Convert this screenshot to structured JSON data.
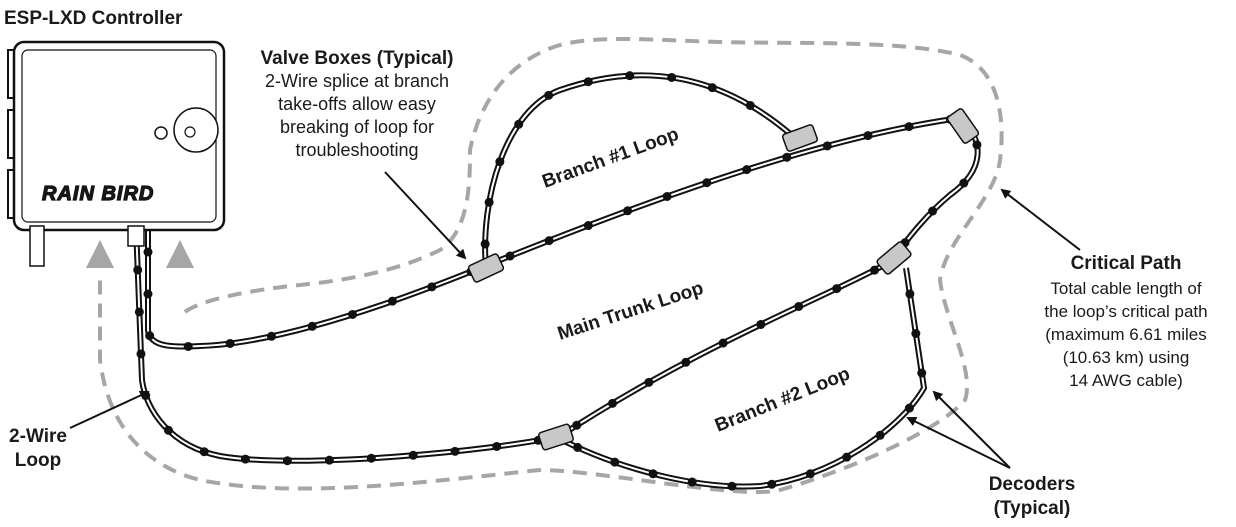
{
  "controller": {
    "title": "ESP-LXD Controller",
    "brand": "RAIN BIRD"
  },
  "valve_boxes": {
    "title": "Valve Boxes (Typical)",
    "lines": [
      "2-Wire splice at branch",
      "take-offs allow easy",
      "breaking of loop for",
      "troubleshooting"
    ]
  },
  "loops": {
    "branch1": "Branch #1 Loop",
    "main_trunk": "Main Trunk Loop",
    "branch2": "Branch #2 Loop"
  },
  "critical_path": {
    "title": "Critical Path",
    "lines": [
      "Total cable length of",
      "the loop’s critical path",
      "(maximum 6.61 miles",
      "(10.63 km) using",
      "14 AWG cable)"
    ]
  },
  "two_wire": {
    "lines": [
      "2-Wire",
      "Loop"
    ]
  },
  "decoders": {
    "lines": [
      "Decoders",
      "(Typical)"
    ]
  },
  "colors": {
    "wire": "#111111",
    "dashed_path": "#a6a6a6",
    "arrow_gray": "#a6a6a6",
    "splice_fill": "#c8c8c8"
  }
}
